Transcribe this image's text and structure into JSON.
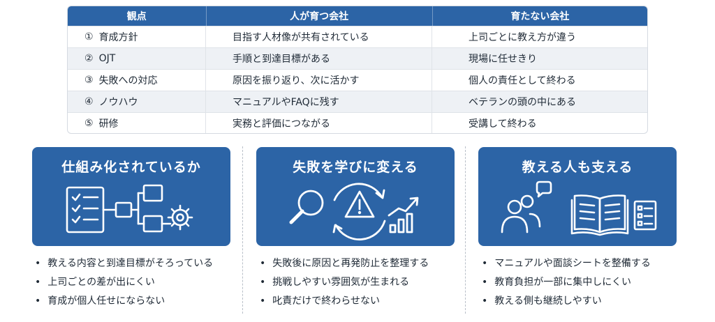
{
  "table": {
    "headers": [
      "観点",
      "人が育つ会社",
      "育たない会社"
    ],
    "rows": [
      {
        "num": "①",
        "aspect": "育成方針",
        "good": "目指す人材像が共有されている",
        "bad": "上司ごとに教え方が違う"
      },
      {
        "num": "②",
        "aspect": "OJT",
        "good": "手順と到達目標がある",
        "bad": "現場に任せきり"
      },
      {
        "num": "③",
        "aspect": "失敗への対応",
        "good": "原因を振り返り、次に活かす",
        "bad": "個人の責任として終わる"
      },
      {
        "num": "④",
        "aspect": "ノウハウ",
        "good": "マニュアルやFAQに残す",
        "bad": "ベテランの頭の中にある"
      },
      {
        "num": "⑤",
        "aspect": "研修",
        "good": "実務と評価につながる",
        "bad": "受講して終わる"
      }
    ]
  },
  "cards": [
    {
      "title": "仕組み化されているか",
      "icons": [
        "checklist-icon",
        "flowchart-icon",
        "gear-icon"
      ],
      "bullets": [
        "教える内容と到達目標がそろっている",
        "上司ごとの差が出にくい",
        "育成が個人任せにならない"
      ]
    },
    {
      "title": "失敗を学びに変える",
      "icons": [
        "magnifier-icon",
        "warning-cycle-icon",
        "growth-chart-icon"
      ],
      "bullets": [
        "失敗後に原因と再発防止を整理する",
        "挑戦しやすい雰囲気が生まれる",
        "叱責だけで終わらせない"
      ]
    },
    {
      "title": "教える人も支える",
      "icons": [
        "people-speech-icon",
        "open-book-icon",
        "checklist-icon"
      ],
      "bullets": [
        "マニュアルや面談シートを整備する",
        "教育負担が一部に集中しにくい",
        "教える側も継続しやすい"
      ]
    }
  ],
  "colors": {
    "accent": "#2c64a6",
    "text": "#1f2a36",
    "row_alt": "#eef1f5"
  }
}
